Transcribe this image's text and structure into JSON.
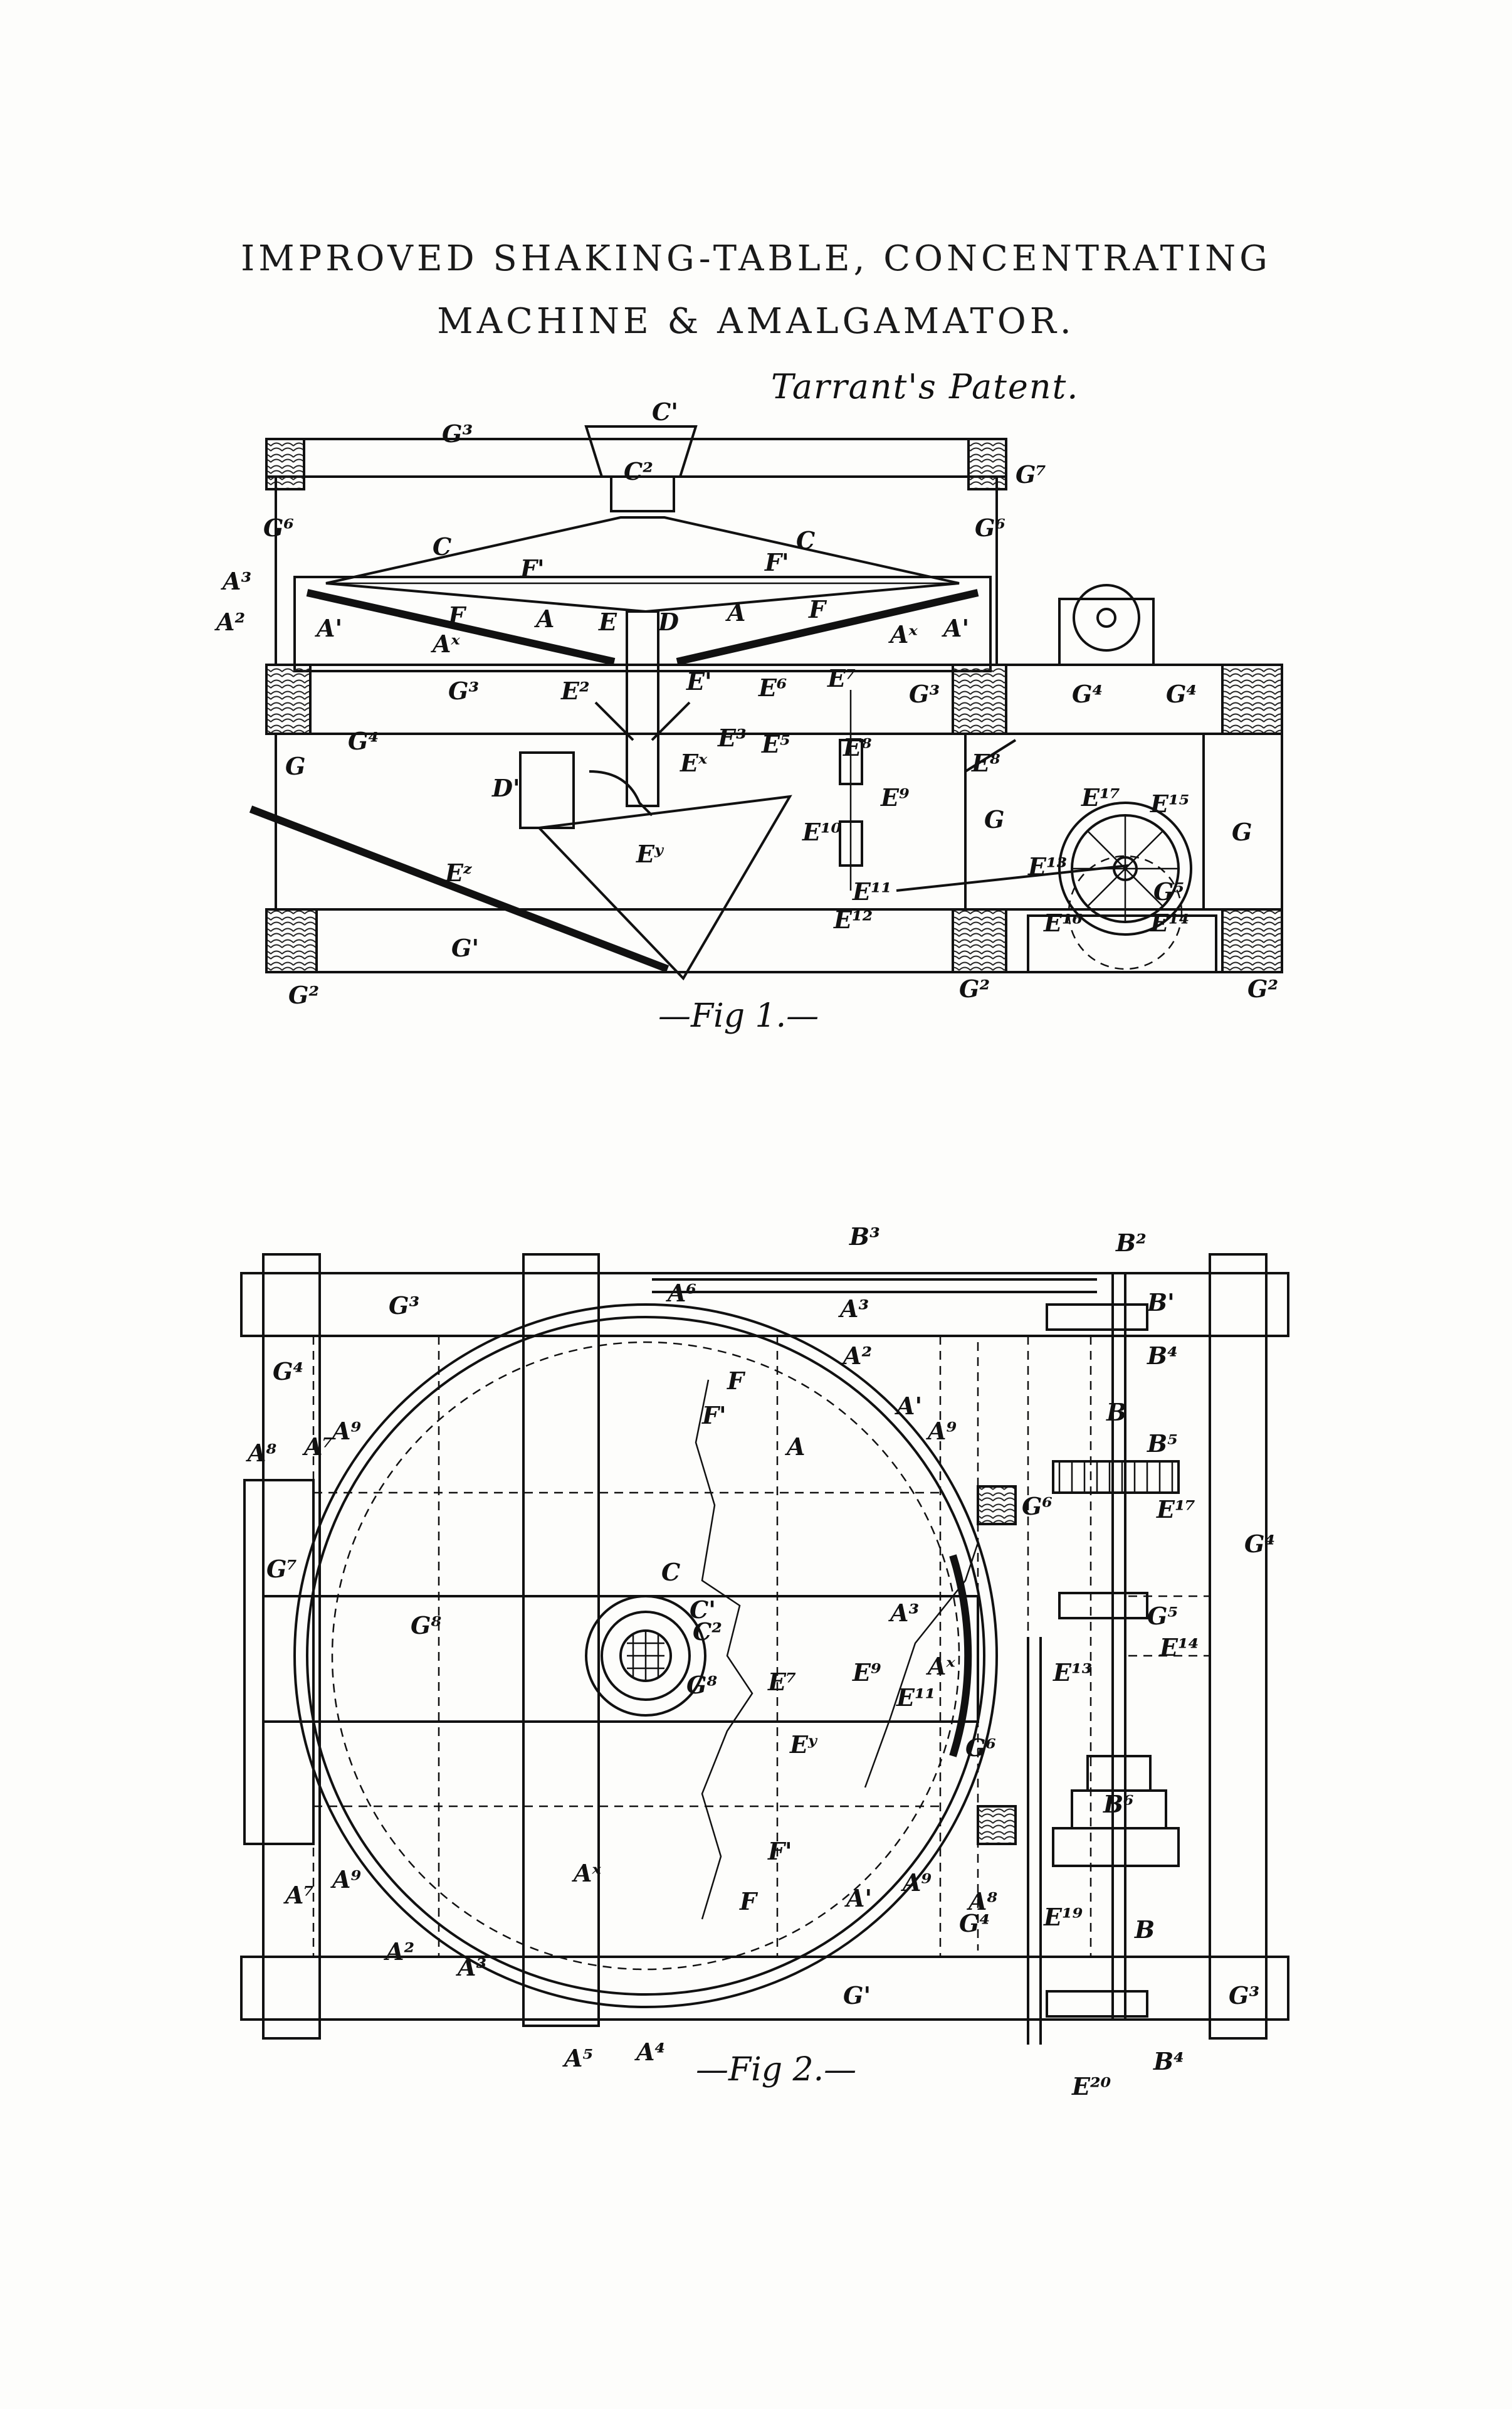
{
  "title_line1": "IMPROVED SHAKING-TABLE, CONCENTRATING",
  "title_line2": "MACHINE & AMALGAMATOR.",
  "attribution": "Tarrant's Patent.",
  "fig1_caption": "—Fig 1.—",
  "fig2_caption": "—Fig 2.—",
  "fig1_labels": [
    {
      "text": "C'"
    },
    {
      "text": "G³"
    },
    {
      "text": "C²"
    },
    {
      "text": "G⁷"
    },
    {
      "text": "G⁶"
    },
    {
      "text": "G⁶"
    },
    {
      "text": "C"
    },
    {
      "text": "C"
    },
    {
      "text": "F'"
    },
    {
      "text": "F'"
    },
    {
      "text": "A³"
    },
    {
      "text": "A²"
    },
    {
      "text": "A'"
    },
    {
      "text": "F"
    },
    {
      "text": "A"
    },
    {
      "text": "E"
    },
    {
      "text": "D"
    },
    {
      "text": "A"
    },
    {
      "text": "F"
    },
    {
      "text": "A'"
    },
    {
      "text": "Aˣ"
    },
    {
      "text": "Aˣ"
    },
    {
      "text": "E²"
    },
    {
      "text": "E'"
    },
    {
      "text": "E⁶"
    },
    {
      "text": "E⁷"
    },
    {
      "text": "G³"
    },
    {
      "text": "E³"
    },
    {
      "text": "E⁵"
    },
    {
      "text": "G⁴"
    },
    {
      "text": "G³"
    },
    {
      "text": "G⁴"
    },
    {
      "text": "G⁴"
    },
    {
      "text": "G"
    },
    {
      "text": "Eˣ"
    },
    {
      "text": "E⁸"
    },
    {
      "text": "E⁸"
    },
    {
      "text": "D'"
    },
    {
      "text": "E⁹"
    },
    {
      "text": "G"
    },
    {
      "text": "E¹⁷"
    },
    {
      "text": "E¹⁵"
    },
    {
      "text": "G"
    },
    {
      "text": "Eʸ"
    },
    {
      "text": "E¹⁰"
    },
    {
      "text": "E¹³"
    },
    {
      "text": "Eᶻ"
    },
    {
      "text": "E¹¹"
    },
    {
      "text": "G⁵"
    },
    {
      "text": "E¹²"
    },
    {
      "text": "E¹⁶"
    },
    {
      "text": "E¹⁴"
    },
    {
      "text": "G'"
    },
    {
      "text": "G²"
    },
    {
      "text": "G²"
    },
    {
      "text": "G²"
    }
  ],
  "fig2_labels": [
    {
      "text": "B³"
    },
    {
      "text": "B²"
    },
    {
      "text": "A⁶"
    },
    {
      "text": "B'"
    },
    {
      "text": "G³"
    },
    {
      "text": "A³"
    },
    {
      "text": "B⁴"
    },
    {
      "text": "A²"
    },
    {
      "text": "G⁴"
    },
    {
      "text": "F"
    },
    {
      "text": "F'"
    },
    {
      "text": "A'"
    },
    {
      "text": "B"
    },
    {
      "text": "A⁷"
    },
    {
      "text": "A⁹"
    },
    {
      "text": "A⁹"
    },
    {
      "text": "A⁸"
    },
    {
      "text": "A"
    },
    {
      "text": "B⁵"
    },
    {
      "text": "E¹⁷"
    },
    {
      "text": "G⁶"
    },
    {
      "text": "C"
    },
    {
      "text": "G⁴"
    },
    {
      "text": "G⁷"
    },
    {
      "text": "C'"
    },
    {
      "text": "A³"
    },
    {
      "text": "G⁵"
    },
    {
      "text": "G⁸"
    },
    {
      "text": "C²"
    },
    {
      "text": "E¹⁴"
    },
    {
      "text": "E⁷"
    },
    {
      "text": "E⁹"
    },
    {
      "text": "Aˣ"
    },
    {
      "text": "E¹³"
    },
    {
      "text": "G⁸"
    },
    {
      "text": "E¹¹"
    },
    {
      "text": "Eʸ"
    },
    {
      "text": "G⁶"
    },
    {
      "text": "B⁶"
    },
    {
      "text": "Aˣ"
    },
    {
      "text": "F'"
    },
    {
      "text": "A⁷"
    },
    {
      "text": "A⁹"
    },
    {
      "text": "A⁹"
    },
    {
      "text": "A⁸"
    },
    {
      "text": "F"
    },
    {
      "text": "A'"
    },
    {
      "text": "G⁴"
    },
    {
      "text": "E¹⁹"
    },
    {
      "text": "B"
    },
    {
      "text": "A²"
    },
    {
      "text": "A³"
    },
    {
      "text": "G'"
    },
    {
      "text": "G³"
    },
    {
      "text": "A⁵"
    },
    {
      "text": "A⁴"
    },
    {
      "text": "B⁴"
    },
    {
      "text": "E²⁰"
    }
  ]
}
